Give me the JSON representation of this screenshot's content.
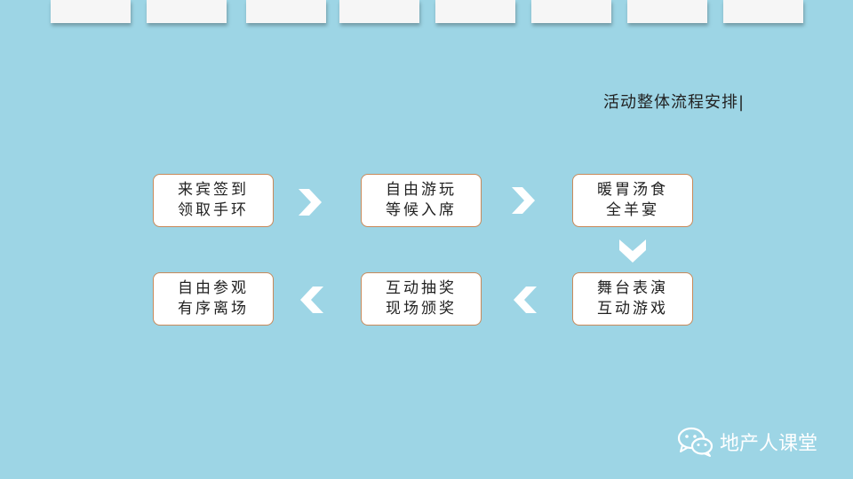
{
  "header": {
    "tabs": [
      "",
      "",
      "",
      "",
      "",
      "",
      "",
      ""
    ]
  },
  "title": "活动整体流程安排|",
  "flow": {
    "step1": {
      "line1": "来宾签到",
      "line2": "领取手环"
    },
    "step2": {
      "line1": "自由游玩",
      "line2": "等候入席"
    },
    "step3": {
      "line1": "暖胃汤食",
      "line2": "全羊宴"
    },
    "step4": {
      "line1": "舞台表演",
      "line2": "互动游戏"
    },
    "step5": {
      "line1": "互动抽奖",
      "line2": "现场颁奖"
    },
    "step6": {
      "line1": "自由参观",
      "line2": "有序离场"
    }
  },
  "arrows": {
    "color": "#ffffff",
    "a1": "chevron-right-icon",
    "a2": "chevron-right-icon",
    "a3": "chevron-down-icon",
    "a4": "chevron-left-icon",
    "a5": "chevron-left-icon"
  },
  "brand": {
    "icon": "wechat-icon",
    "name": "地产人课堂"
  },
  "colors": {
    "background": "#9dd5e5",
    "box_border": "#c8895a",
    "tab": "#f6f6f6"
  }
}
